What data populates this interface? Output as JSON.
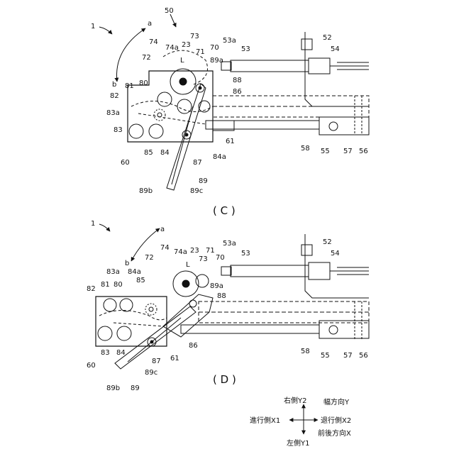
{
  "figure": {
    "panel_c": {
      "caption": "( C )",
      "labels": {
        "l1": "1",
        "a": "a",
        "b": "b",
        "l50": "50",
        "l74": "74",
        "l74a": "74a",
        "l23": "23",
        "l73": "73",
        "l72": "72",
        "L": "L",
        "l71": "71",
        "l70": "70",
        "l89a": "89a",
        "l88": "88",
        "l86": "86",
        "l82": "82",
        "l81": "81",
        "l80": "80",
        "l83a": "83a",
        "l83": "83",
        "l85": "85",
        "l84": "84",
        "l60": "60",
        "l84a": "84a",
        "l61": "61",
        "l87": "87",
        "l89": "89",
        "l89b": "89b",
        "l89c": "89c",
        "l53a": "53a",
        "l53": "53",
        "l52": "52",
        "l54": "54",
        "l58": "58",
        "l55": "55",
        "l57": "57",
        "l56": "56"
      }
    },
    "panel_d": {
      "caption": "( D )",
      "labels": {
        "l1": "1",
        "a": "a",
        "b": "b",
        "l74": "74",
        "l74a": "74a",
        "l23": "23",
        "l71": "71",
        "l72": "72",
        "L": "L",
        "l73": "73",
        "l70": "70",
        "l83a": "83a",
        "l84a": "84a",
        "l85": "85",
        "l82": "82",
        "l81": "81",
        "l80": "80",
        "l89a": "89a",
        "l88": "88",
        "l86": "86",
        "l83": "83",
        "l84": "84",
        "l60": "60",
        "l61": "61",
        "l87": "87",
        "l89c": "89c",
        "l89b": "89b",
        "l89": "89",
        "l53a": "53a",
        "l53": "53",
        "l52": "52",
        "l54": "54",
        "l58": "58",
        "l55": "55",
        "l57": "57",
        "l56": "56"
      }
    },
    "direction_legend": {
      "right_y2": "右側Y2",
      "width_y": "幅方向Y",
      "forward_x1": "進行側X1",
      "backward_x2": "退行側X2",
      "front_back_x": "前後方向X",
      "left_y1": "左側Y1"
    }
  }
}
